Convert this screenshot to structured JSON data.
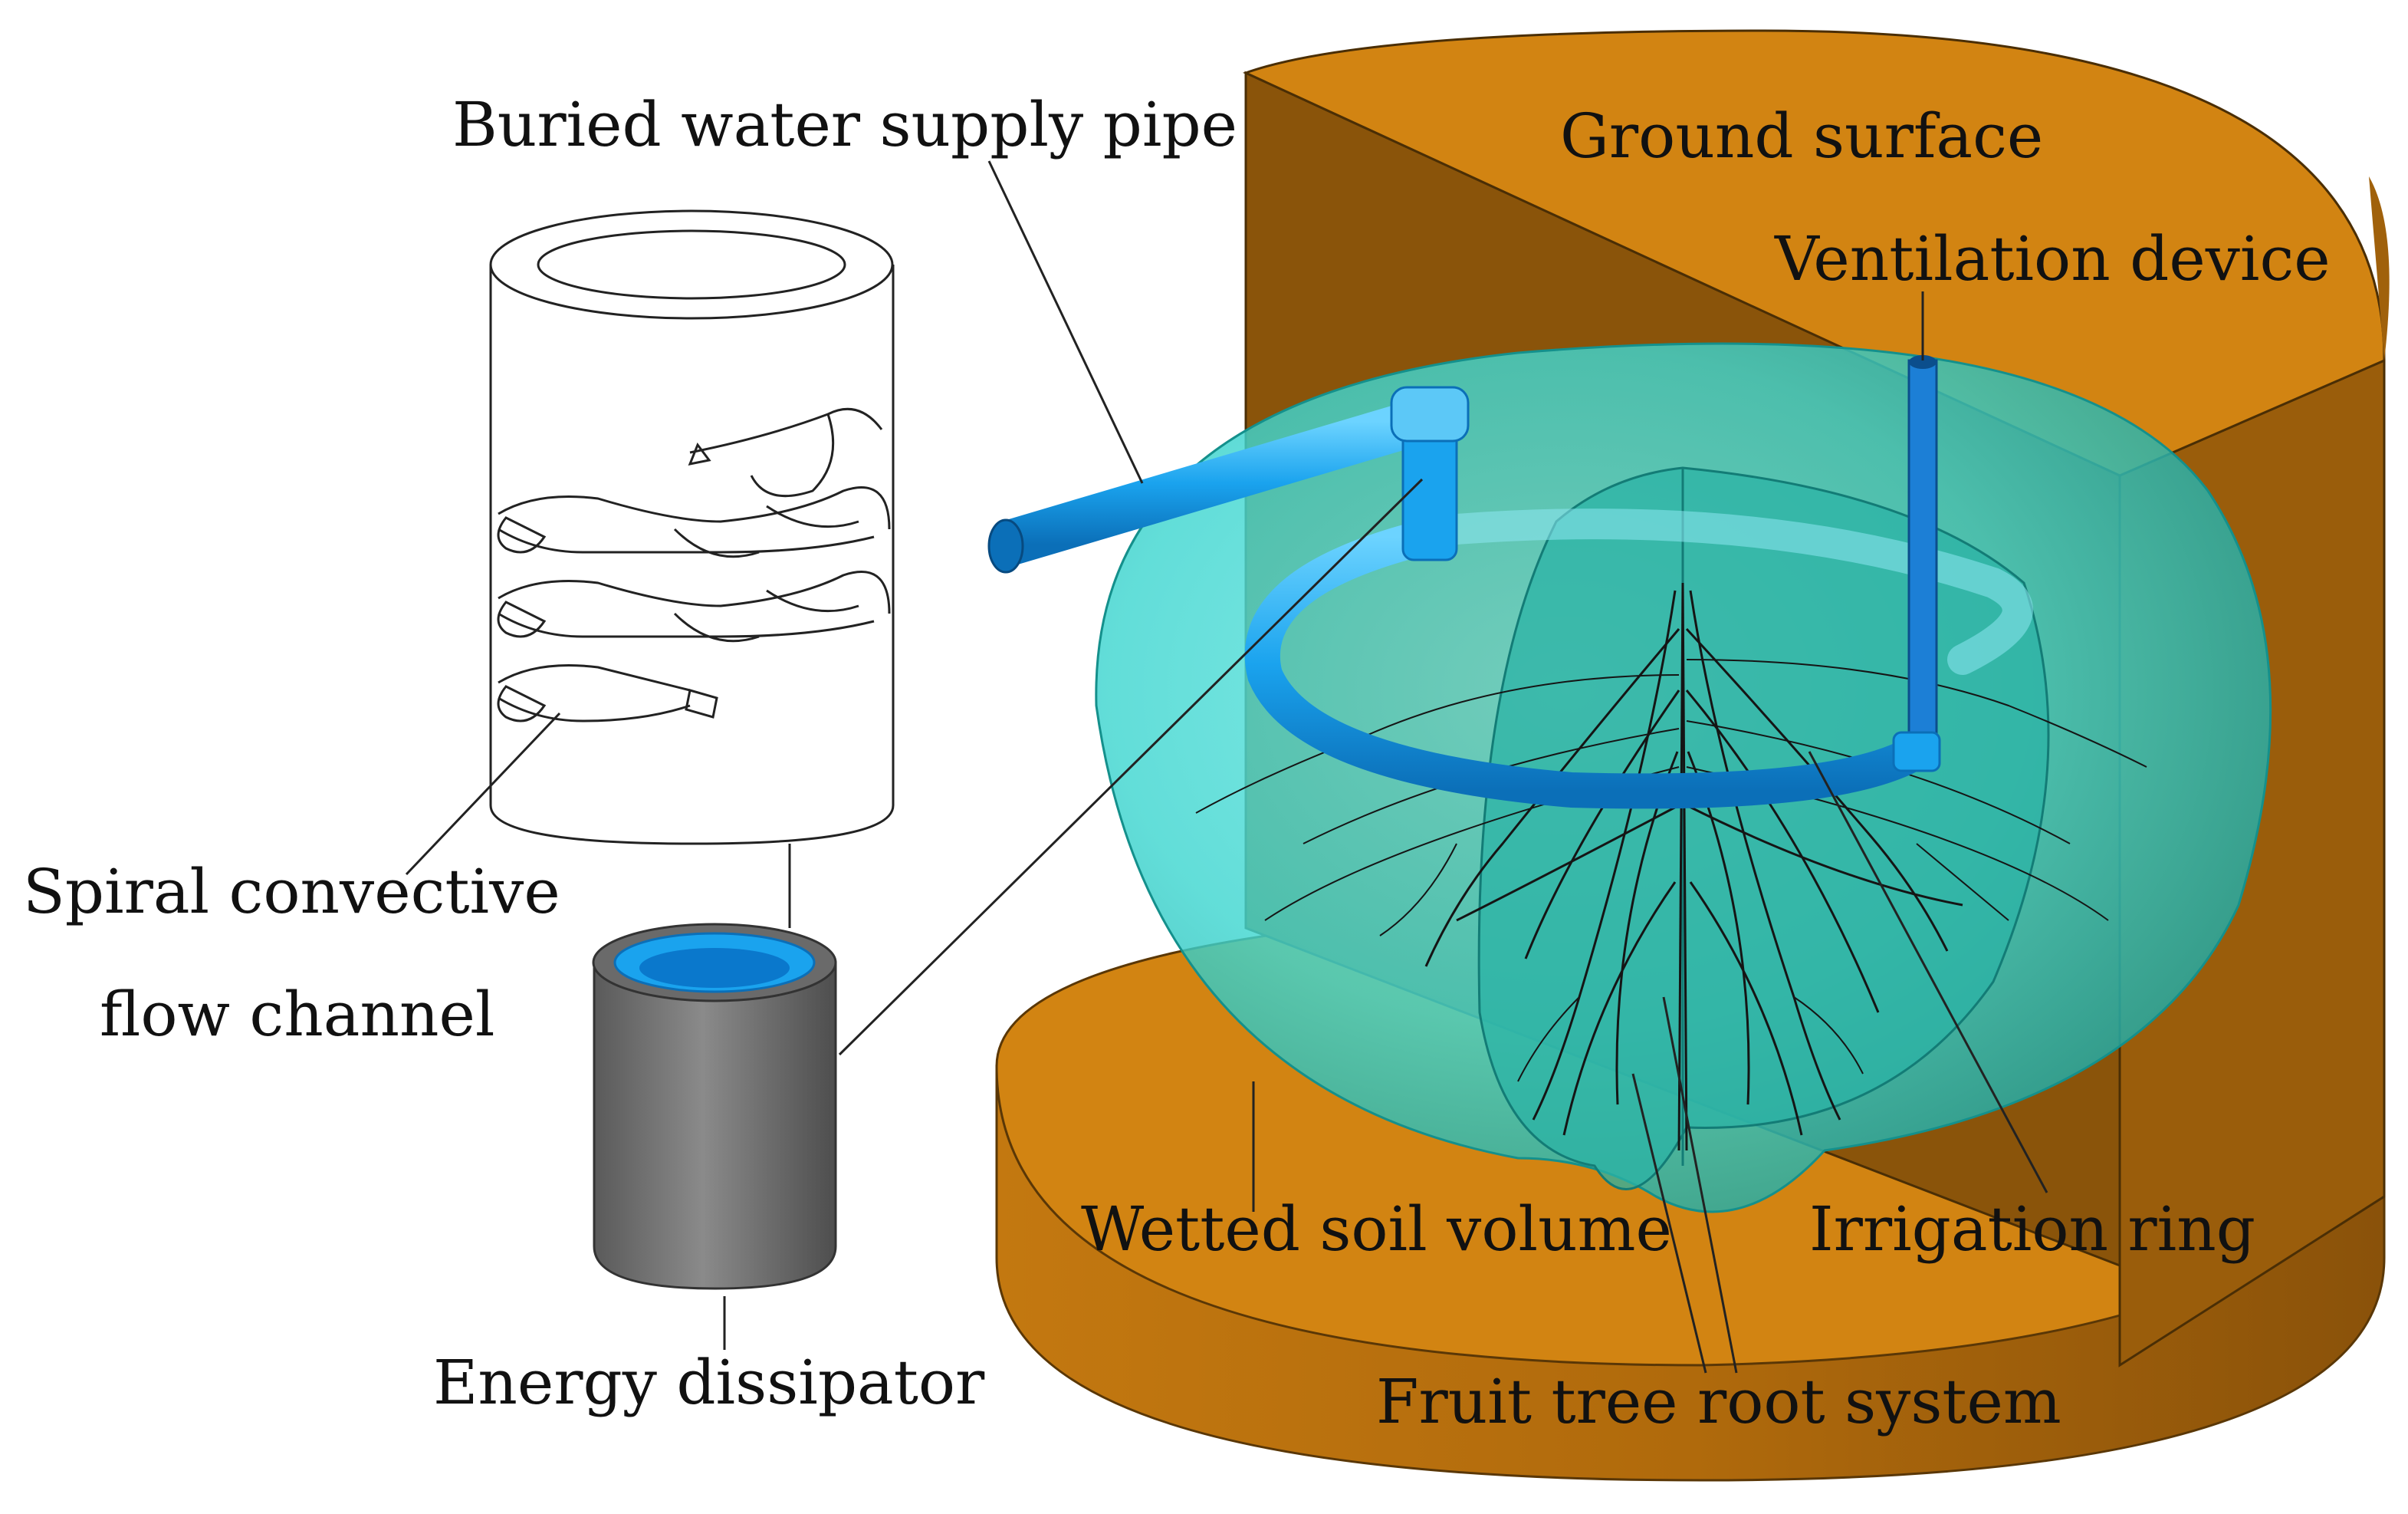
{
  "labels": {
    "buried_pipe": "Buried water supply pipe",
    "ground_surface": "Ground surface",
    "ventilation_device": "Ventilation device",
    "spiral_line1": "Spiral convective",
    "spiral_line2": "flow channel",
    "energy_dissipator": "Energy dissipator",
    "wetted_soil": "Wetted soil volume",
    "irrigation_ring": "Irrigation ring",
    "root_system": "Fruit tree root system"
  },
  "colors": {
    "soil_top": "#d28412",
    "soil_side": "#b06a0c",
    "soil_dark": "#7a4a08",
    "wetted": "#3fd6d0",
    "pipe": "#1aa3ee",
    "dissipator": "#737373",
    "roots": "#151515"
  }
}
